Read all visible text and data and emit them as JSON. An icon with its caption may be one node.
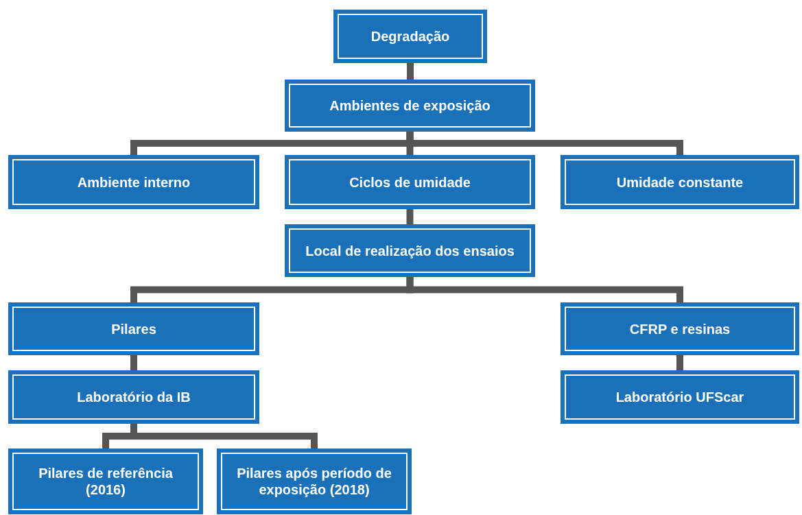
{
  "diagram": {
    "nodes": [
      {
        "text": [
          "Degradação"
        ]
      },
      {
        "text": [
          "Ambientes de exposição"
        ]
      },
      {
        "text": [
          "Ambiente interno"
        ]
      },
      {
        "text": [
          "Ciclos de umidade"
        ]
      },
      {
        "text": [
          "Umidade constante"
        ]
      },
      {
        "text": [
          "Local de realização dos ensaios"
        ]
      },
      {
        "text": [
          "Pilares"
        ]
      },
      {
        "text": [
          "CFRP e resinas"
        ]
      },
      {
        "text": [
          "Laboratório da IB"
        ]
      },
      {
        "text": [
          "Laboratório UFScar"
        ]
      },
      {
        "text": [
          "Pilares de referência (2016)"
        ]
      },
      {
        "text": [
          "Pilares após período de exposição (2018)"
        ]
      }
    ],
    "edges": [
      {
        "from": 0,
        "to": 1,
        "arrow": "none"
      },
      {
        "from": 1,
        "to": 2,
        "arrow": "none"
      },
      {
        "from": 1,
        "to": 3,
        "arrow": "none"
      },
      {
        "from": 1,
        "to": 4,
        "arrow": "none"
      },
      {
        "from": 3,
        "to": 5,
        "arrow": "none"
      },
      {
        "from": 5,
        "to": 6,
        "arrow": "none"
      },
      {
        "from": 5,
        "to": 7,
        "arrow": "none"
      },
      {
        "from": 6,
        "to": 8,
        "arrow": "none"
      },
      {
        "from": 7,
        "to": 9,
        "arrow": "none"
      },
      {
        "from": 8,
        "to": 10,
        "arrow": "none"
      },
      {
        "from": 8,
        "to": 11,
        "arrow": "none"
      }
    ]
  }
}
